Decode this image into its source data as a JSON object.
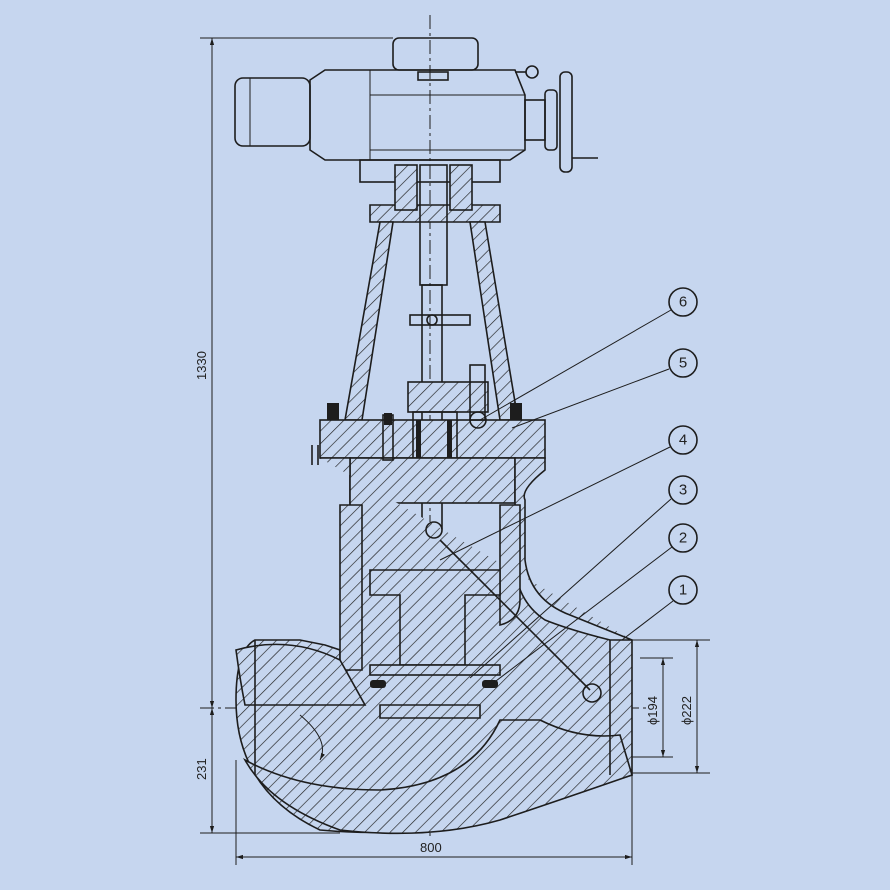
{
  "title": "Electric globe valve sectional drawing",
  "dimensions": {
    "overall_height": "1330",
    "center_height": "231",
    "face_to_face": "800",
    "bore_diameter": "ϕ194",
    "end_diameter": "ϕ222"
  },
  "callouts": [
    "1",
    "2",
    "3",
    "4",
    "5",
    "6"
  ],
  "colors": {
    "background": "#c6d6ef",
    "line": "#1d1d1d"
  }
}
